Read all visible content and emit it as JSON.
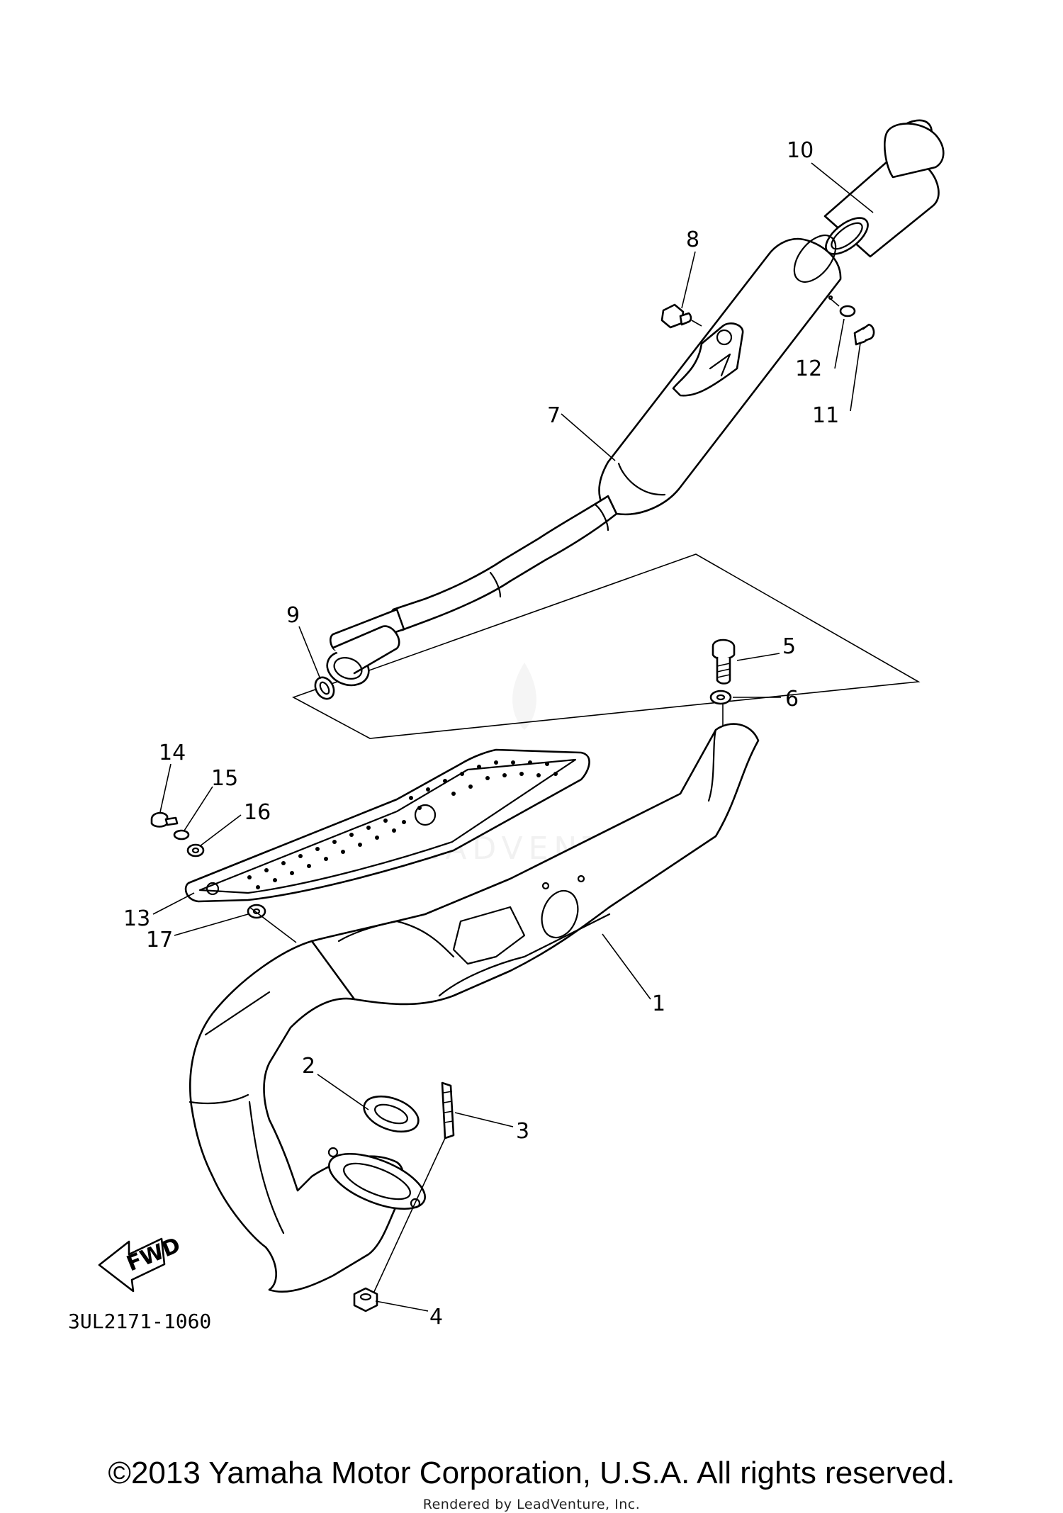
{
  "diagram_code": "3UL2171-1060",
  "direction_label": "FWD",
  "watermark": "LEADVENTURE",
  "copyright": "©2013 Yamaha Motor Corporation, U.S.A. All rights reserved.",
  "rendered_by": "Rendered by LeadVenture, Inc.",
  "callouts": [
    {
      "id": "1",
      "label": "1"
    },
    {
      "id": "2",
      "label": "2"
    },
    {
      "id": "3",
      "label": "3"
    },
    {
      "id": "4",
      "label": "4"
    },
    {
      "id": "5",
      "label": "5"
    },
    {
      "id": "6",
      "label": "6"
    },
    {
      "id": "7",
      "label": "7"
    },
    {
      "id": "8",
      "label": "8"
    },
    {
      "id": "9",
      "label": "9"
    },
    {
      "id": "10",
      "label": "10"
    },
    {
      "id": "11",
      "label": "11"
    },
    {
      "id": "12",
      "label": "12"
    },
    {
      "id": "13",
      "label": "13"
    },
    {
      "id": "14",
      "label": "14"
    },
    {
      "id": "15",
      "label": "15"
    },
    {
      "id": "16",
      "label": "16"
    },
    {
      "id": "17",
      "label": "17"
    }
  ]
}
